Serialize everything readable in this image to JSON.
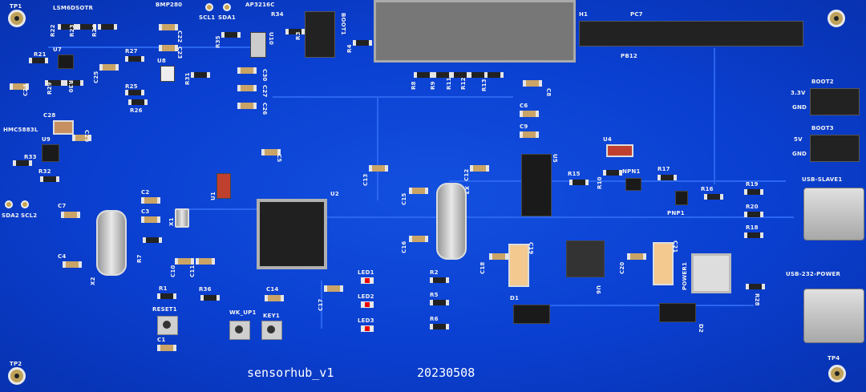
{
  "board": {
    "title": "sensorhub_v1",
    "date": "20230508"
  },
  "test_points": [
    "TP1",
    "TP2",
    "TP4"
  ],
  "labels": {
    "LSM6DSOTR": "LSM6DSOTR",
    "BMP280": "BMP280",
    "SCL1": "SCL1",
    "SDA1": "SDA1",
    "AP3216C": "AP3216C",
    "BOOT1": "BOOT1",
    "H1": "H1",
    "PC7": "PC7",
    "PB12": "PB12",
    "BOOT2": "BOOT2",
    "V33": "3.3V",
    "GND1": "GND",
    "BOOT3": "BOOT3",
    "V5": "5V",
    "GND2": "GND",
    "USB_SLAVE1": "USB-SLAVE1",
    "USB_232_POWER": "USB-232-POWER",
    "HMC5883L": "HMC5883L",
    "SDA2": "SDA2",
    "SCL2": "SCL2",
    "RESET1": "RESET1",
    "WK_UP1": "WK_UP1",
    "KEY1": "KEY1",
    "LED1": "LED1",
    "LED2": "LED2",
    "LED3": "LED3",
    "NPN1": "NPN1",
    "PNP1": "PNP1",
    "POWER1": "POWER1"
  },
  "designators": {
    "U7": "U7",
    "U8": "U8",
    "U9": "U9",
    "U10": "U10",
    "U1": "U1",
    "U2": "U2",
    "U4": "U4",
    "U5": "U5",
    "U6": "U6",
    "R21": "R21",
    "R22": "R22",
    "R23": "R23",
    "R24": "R24",
    "R27": "R27",
    "R25": "R25",
    "R26": "R26",
    "R29": "R29",
    "R30": "R30",
    "R31": "R31",
    "R34": "R34",
    "R35": "R35",
    "R3": "R3",
    "R4": "R4",
    "R8": "R8",
    "R9": "R9",
    "R11": "R11",
    "R12": "R12",
    "R13": "R13",
    "R15": "R15",
    "R10": "R10",
    "R17": "R17",
    "R16": "R16",
    "R19": "R19",
    "R20": "R20",
    "R18": "R18",
    "R28": "R28",
    "R32": "R32",
    "R33": "R33",
    "R7": "R7",
    "R1": "R1",
    "R36": "R36",
    "R2": "R2",
    "R5": "R5",
    "R6": "R6",
    "C24": "C24",
    "C25": "C25",
    "C22": "C22",
    "C23": "C23",
    "C30": "C30",
    "C27": "C27",
    "C26": "C26",
    "C28": "C28",
    "C29": "C29",
    "C5": "C5",
    "C2": "C2",
    "C3": "C3",
    "C7": "C7",
    "C4": "C4",
    "C10": "C10",
    "C11": "C11",
    "C14": "C14",
    "C1": "C1",
    "C13": "C13",
    "C15": "C15",
    "C16": "C16",
    "C12": "C12",
    "C6": "C6",
    "C9": "C9",
    "C8": "C8",
    "C17": "C17",
    "C18": "C18",
    "C19": "C19",
    "C20": "C20",
    "C21": "C21",
    "X1": "X1",
    "X2": "X2",
    "X3": "X3",
    "D1": "D1",
    "D2": "D2"
  }
}
